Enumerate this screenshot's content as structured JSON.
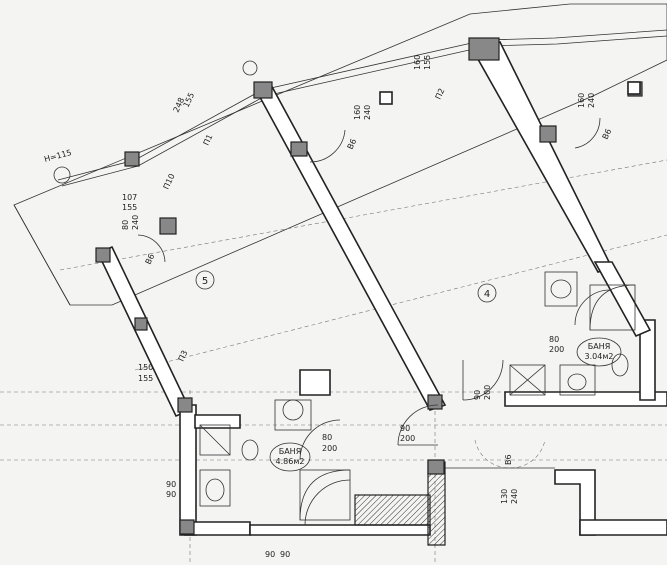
{
  "rooms": [
    {
      "id": "room-5",
      "label": "5"
    },
    {
      "id": "room-4",
      "label": "4"
    }
  ],
  "bathrooms": [
    {
      "name": "БАНЯ",
      "area": "4.86м2"
    },
    {
      "name": "БАНЯ",
      "area": "3.04м2"
    }
  ],
  "elevation": "H=115",
  "window_labels": [
    "П1",
    "П2",
    "П10",
    "П3"
  ],
  "door_labels": [
    "В6",
    "В6",
    "В6",
    "В6"
  ],
  "dimensions": {
    "bay_left_top": [
      "248",
      "155"
    ],
    "window_p10": [
      "107",
      "155"
    ],
    "door_left": [
      "80",
      "240"
    ],
    "door_top_mid": [
      "160",
      "240"
    ],
    "window_p2": [
      "160",
      "155"
    ],
    "door_top_right": [
      "160",
      "240"
    ],
    "window_p3": [
      "150",
      "155"
    ],
    "bath_door_left": [
      "80",
      "200"
    ],
    "bath_door_right": [
      "80",
      "200"
    ],
    "door_corridor": [
      "90",
      "200"
    ],
    "door_room4": [
      "90",
      "200"
    ],
    "entry_left": [
      "90",
      "90"
    ],
    "door_bottom_right": [
      "130",
      "240"
    ],
    "bottom_left": [
      "90",
      "90"
    ]
  },
  "colors": {
    "line": "#222222",
    "paper": "#f4f4f2",
    "column": "#888888"
  }
}
